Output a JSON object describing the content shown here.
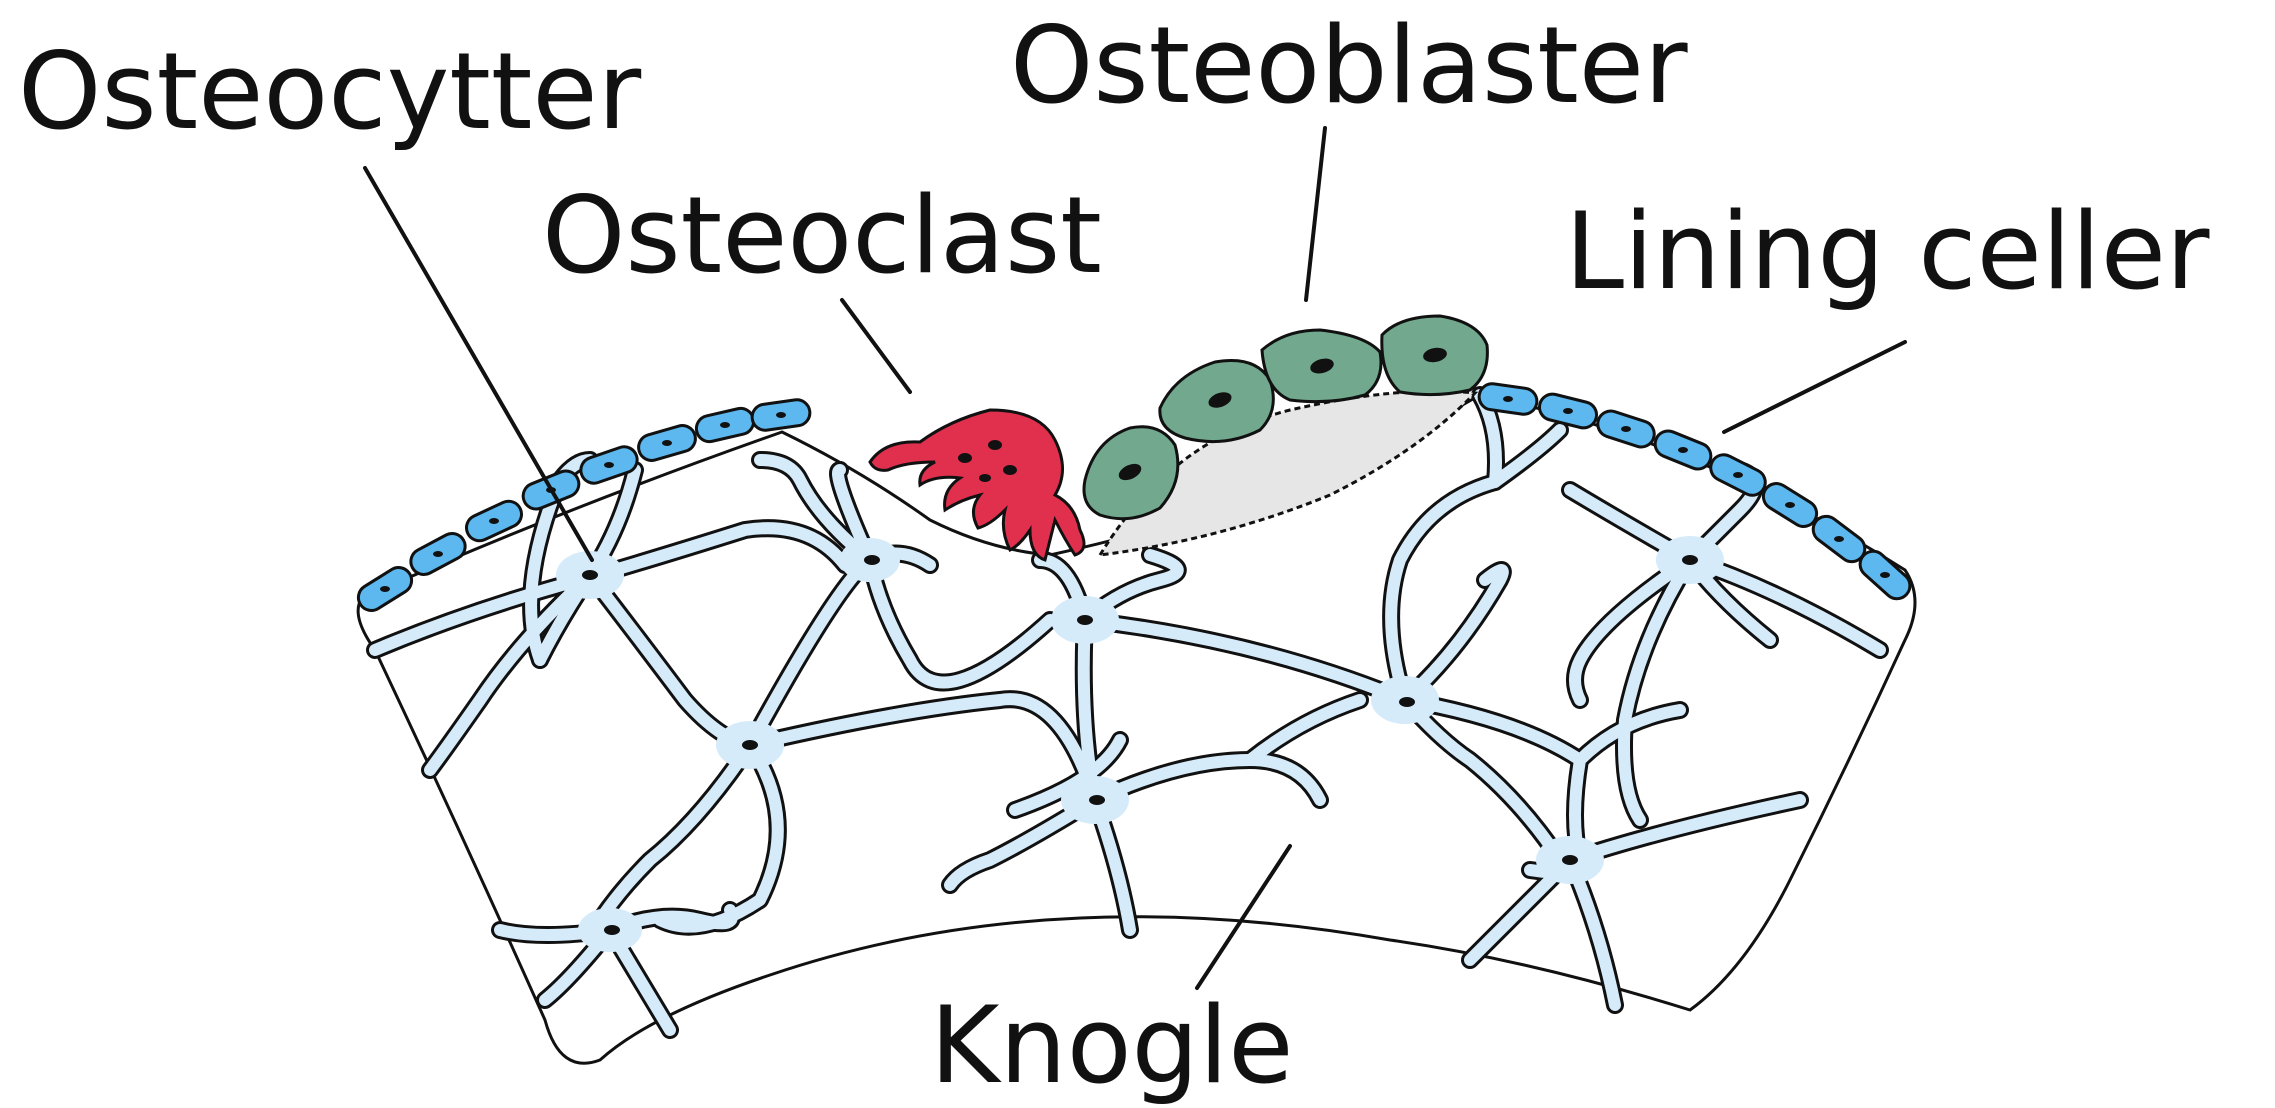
{
  "labels": {
    "osteocytter": "Osteocytter",
    "osteoclast": "Osteoclast",
    "osteoblaster": "Osteoblaster",
    "lining_celler": "Lining celler",
    "knogle": "Knogle"
  },
  "colors": {
    "osteocyte_fill": "#d6ebfa",
    "lining_cell_fill": "#5cb8ef",
    "osteoclast_fill": "#e0304e",
    "osteoblast_fill": "#72a98e",
    "osteoid_fill": "#e6e6e6",
    "outline": "#111111"
  }
}
